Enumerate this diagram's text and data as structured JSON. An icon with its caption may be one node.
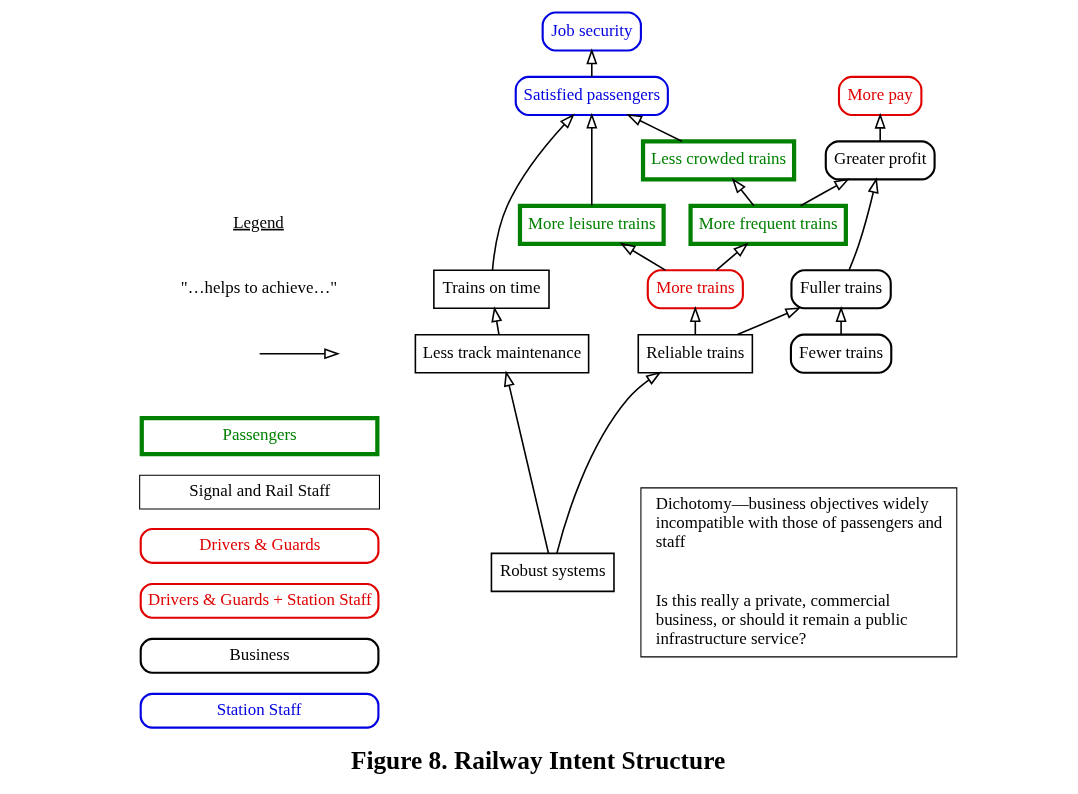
{
  "diagram": {
    "caption": "Figure 8. Railway Intent Structure",
    "nodes": [
      {
        "text": [
          "Job security"
        ]
      },
      {
        "text": [
          "Satisfied passengers"
        ]
      },
      {
        "text": [
          "Less crowded trains"
        ]
      },
      {
        "text": [
          "More leisure trains"
        ]
      },
      {
        "text": [
          "More frequent trains"
        ]
      },
      {
        "text": [
          "More trains"
        ]
      },
      {
        "text": [
          "Reliable trains"
        ]
      },
      {
        "text": [
          "Trains on time"
        ]
      },
      {
        "text": [
          "Less track maintenance"
        ]
      },
      {
        "text": [
          "Robust systems"
        ]
      },
      {
        "text": [
          "More pay"
        ]
      },
      {
        "text": [
          "Greater profit"
        ]
      },
      {
        "text": [
          "Fuller trains"
        ]
      },
      {
        "text": [
          "Fewer trains"
        ]
      },
      {
        "text": [
          "Dichotomy—business objectives widely incompatible with those of passengers and staff",
          "Is this really a private, commercial business, or should it remain a public infrastructure service?"
        ]
      }
    ],
    "edges": [
      {
        "from": 1,
        "to": 0,
        "arrow": "to"
      },
      {
        "from": 2,
        "to": 1,
        "arrow": "to"
      },
      {
        "from": 4,
        "to": 2,
        "arrow": "to"
      },
      {
        "from": 5,
        "to": 4,
        "arrow": "to"
      },
      {
        "from": 5,
        "to": 3,
        "arrow": "to"
      },
      {
        "from": 3,
        "to": 1,
        "arrow": "to"
      },
      {
        "from": 6,
        "to": 5,
        "arrow": "to"
      },
      {
        "from": 6,
        "to": 12,
        "arrow": "to"
      },
      {
        "from": 4,
        "to": 11,
        "arrow": "to"
      },
      {
        "from": 7,
        "to": 1,
        "arrow": "to"
      },
      {
        "from": 8,
        "to": 7,
        "arrow": "to"
      },
      {
        "from": 9,
        "to": 6,
        "arrow": "to"
      },
      {
        "from": 9,
        "to": 8,
        "arrow": "to"
      },
      {
        "from": 12,
        "to": 11,
        "arrow": "to"
      },
      {
        "from": 11,
        "to": 10,
        "arrow": "to"
      },
      {
        "from": 13,
        "to": 12,
        "arrow": "to"
      }
    ],
    "labels": [
      "Legend"
    ],
    "legend": [
      {
        "text": "\"…helps to achieve…\""
      },
      {
        "text": "Passengers",
        "color": "#008000"
      },
      {
        "text": "Signal and Rail Staff",
        "color": "#000000"
      },
      {
        "text": "Drivers & Guards",
        "color": "#e00000"
      },
      {
        "text": "Drivers & Guards + Station Staff",
        "color": "#e00000"
      },
      {
        "text": "Business",
        "color": "#000000"
      },
      {
        "text": "Station Staff",
        "color": "#0000e0"
      }
    ]
  }
}
